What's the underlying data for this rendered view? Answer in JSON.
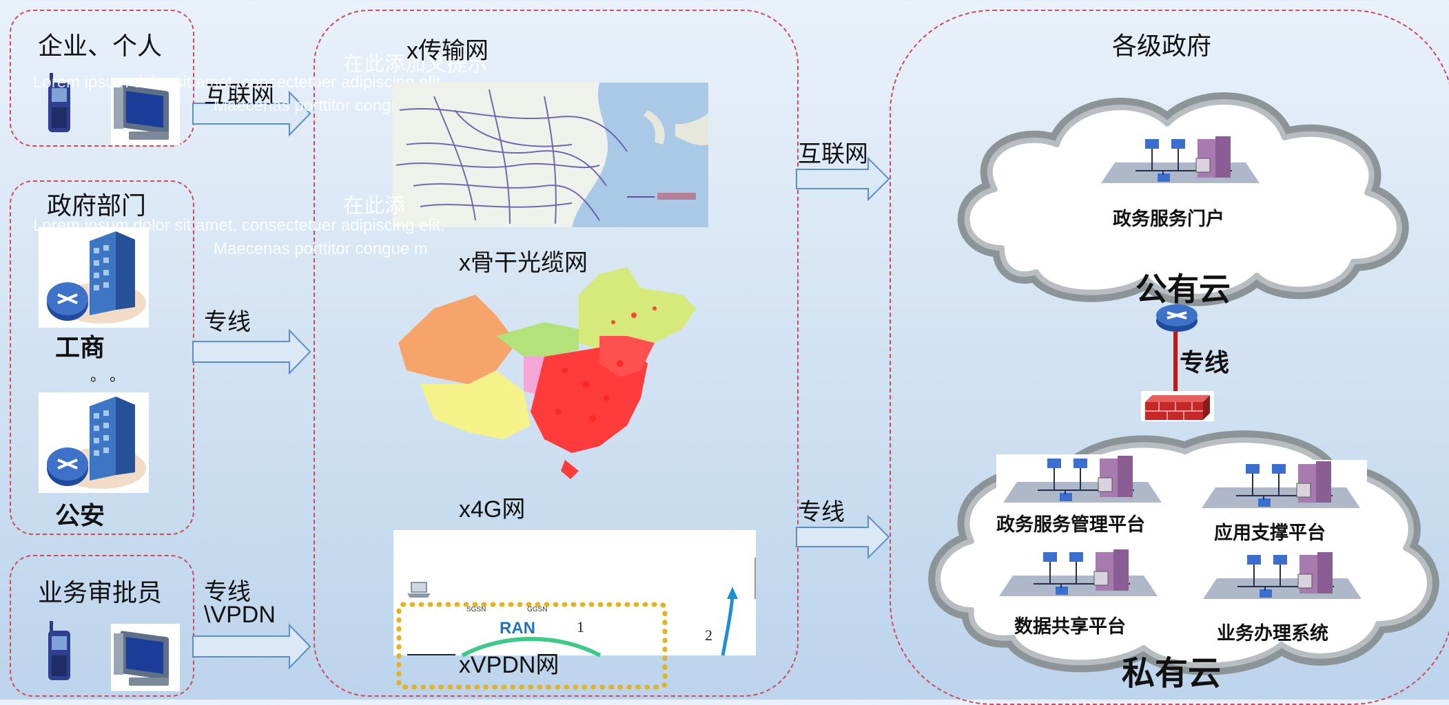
{
  "left": {
    "enterprise": {
      "title": "企业、个人"
    },
    "gov_dept": {
      "title": "政府部门",
      "unit1": "工商",
      "ellipsis": "。 。",
      "unit2": "公安"
    },
    "approver": {
      "title": "业务审批员"
    }
  },
  "arrows_left": {
    "a1": "互联网",
    "a2": "专线",
    "a3_line1": "专线",
    "a3_line2": "\\VPDN"
  },
  "center": {
    "transport_label": "x传输网",
    "fiber_label": "x骨干光缆网",
    "lte_label": "x4G网",
    "vpdn_label": "xVPDN网",
    "vpdn_diagram": {
      "sgsn": "SGSN",
      "ggsn": "GGSN",
      "ran": "RAN",
      "n1": "1",
      "n2": "2"
    },
    "ghost_text": {
      "heading1": "在此添加文提示",
      "heading2": "在此添",
      "lorem1": "Lorem ipsum dolor sit amet, consectetuer adipiscing elit.",
      "lorem1b": "Maecenas porttitor congue m",
      "lorem2": "Lorem ipsum dolor sit amet, consectetuer adipiscing elit.",
      "lorem2b": "Maecenas porttitor congue m"
    }
  },
  "arrows_right": {
    "top": "互联网",
    "bottom": "专线"
  },
  "right": {
    "title": "各级政府",
    "public_cloud": {
      "label": "公有云",
      "portal": "政务服务门户"
    },
    "link_label": "专线",
    "private_cloud": {
      "label": "私有云",
      "items": [
        "政务服务管理平台",
        "应用支撑平台",
        "数据共享平台",
        "业务办理系统"
      ]
    }
  },
  "colors": {
    "dash": "#d0485a",
    "arrow_stroke": "#5b8ec9",
    "arrow_fill": "#dbe8f6",
    "cloud": "#8c9498",
    "link": "#cc1111"
  }
}
